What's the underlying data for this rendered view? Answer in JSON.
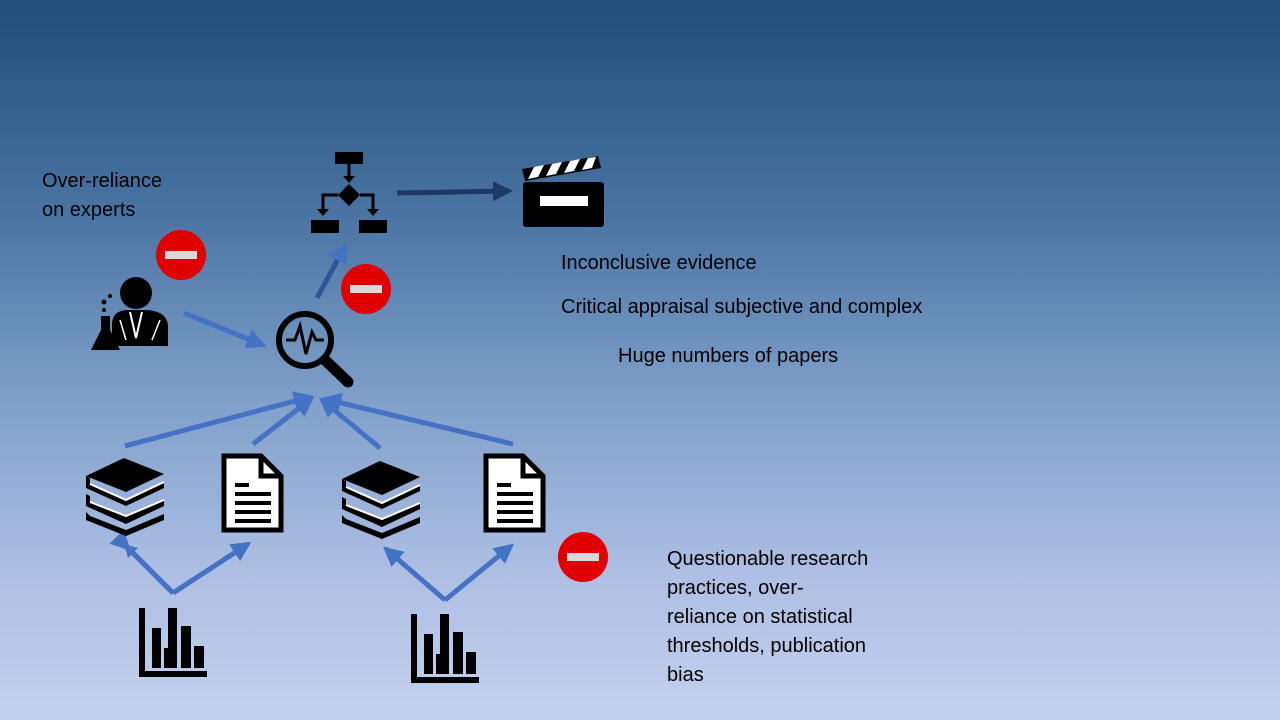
{
  "labels": {
    "experts": "Over-reliance\non experts",
    "inconclusive": "Inconclusive evidence",
    "appraisal": "Critical appraisal subjective and complex",
    "papers": "Huge numbers of papers",
    "qrp": "Questionable research\npractices, over-\nreliance on statistical\nthresholds, publication\nbias"
  },
  "colors": {
    "arrow_light": "#4472c4",
    "arrow_dark": "#1f3864",
    "no_entry": "#e00000",
    "icon": "#000000"
  },
  "icons": [
    "scientist-icon",
    "analysis-magnifier-icon",
    "flowchart-icon",
    "clapperboard-icon",
    "books-icon",
    "document-icon",
    "bar-chart-icon",
    "no-entry-icon"
  ]
}
